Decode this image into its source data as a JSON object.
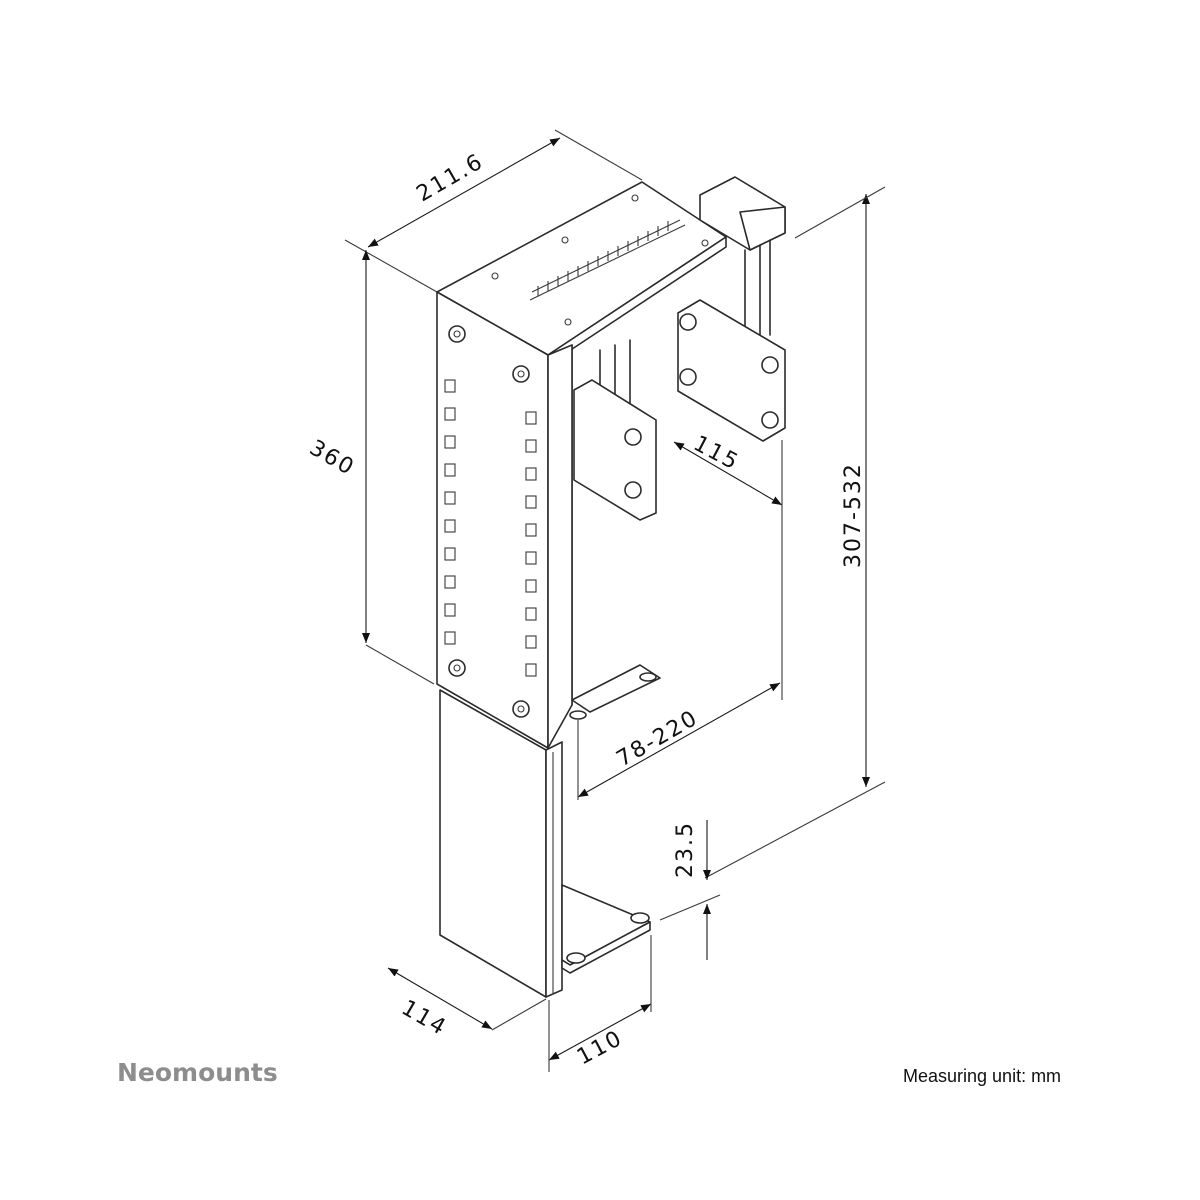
{
  "dimensions": {
    "depth_top": "211.6",
    "height_top": "360",
    "total_height": "307-532",
    "plate_width": "115",
    "width_range": "78-220",
    "foot_height": "23.5",
    "base_depth": "114",
    "base_width": "110"
  },
  "footer": {
    "brand": "Neomounts",
    "unit_note": "Measuring unit: mm"
  }
}
